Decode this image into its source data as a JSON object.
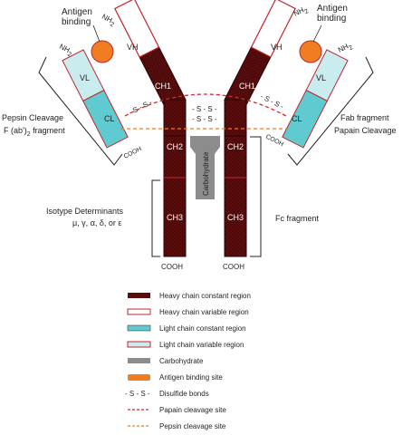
{
  "colors": {
    "heavy_constant": "#5a0d0d",
    "heavy_variable_border": "#c0262c",
    "light_constant": "#5fcbd0",
    "light_variable": "#c9ecef",
    "light_variable_border": "#c0262c",
    "carbohydrate": "#8c8c8c",
    "antigen": "#f07d22",
    "papain_line": "#d9261c",
    "pepsin_line": "#f07d22",
    "bracket": "#231f20"
  },
  "diagram": {
    "antigen_left": {
      "line1": "Antigen",
      "line2": "binding"
    },
    "antigen_right": {
      "line1": "Antigen",
      "line2": "binding"
    },
    "nh2": "NH",
    "nh2_sub": "2",
    "vh": "VH",
    "vl": "VL",
    "cl": "CL",
    "ch1": "CH1",
    "ch2": "CH2",
    "ch3": "CH3",
    "cooh": "COOH",
    "ss": "- S - S -",
    "carbohydrate": "Carbohydrate",
    "pepsin_label": {
      "line1": "Pepsin Cleavage",
      "line2_prefix": "F (ab')",
      "line2_sub": "2",
      "line2_suffix": " fragment"
    },
    "fab_label": {
      "line1": "Fab fragment",
      "line2": "Papain Cleavage"
    },
    "isotype_label": {
      "line1": "Isotype Determinants",
      "line2": "μ, γ, α, δ, or ε"
    },
    "fc_label": "Fc fragment"
  },
  "legend": {
    "items": [
      {
        "key": "heavy_constant",
        "label": "Heavy chain constant region"
      },
      {
        "key": "heavy_variable",
        "label": "Heavy chain variable region"
      },
      {
        "key": "light_constant",
        "label": "Light chain constant region"
      },
      {
        "key": "light_variable",
        "label": "Light chain variable region"
      },
      {
        "key": "carbohydrate",
        "label": "Carbohydrate"
      },
      {
        "key": "antigen",
        "label": "Antigen binding site"
      },
      {
        "key": "disulfide",
        "label": "Disulfide bonds",
        "symbol": "- S - S -"
      },
      {
        "key": "papain",
        "label": "Papain cleavage site"
      },
      {
        "key": "pepsin",
        "label": "Pepsin cleavage site"
      }
    ]
  }
}
